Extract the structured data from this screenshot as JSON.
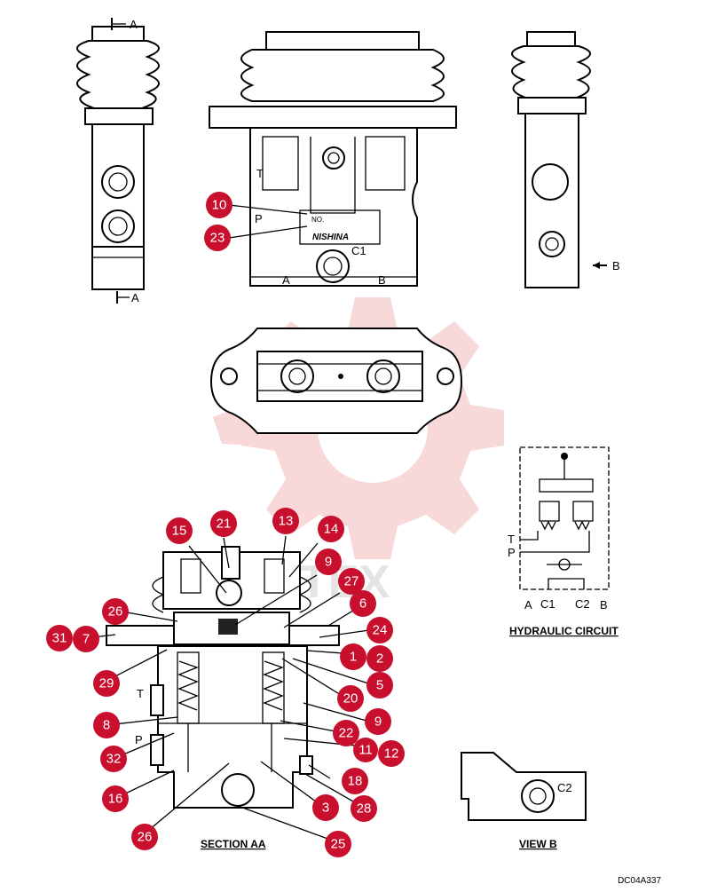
{
  "diagram": {
    "watermark_text": "TEX",
    "drawing_code": "DC04A337",
    "captions": {
      "section": "SECTION AA",
      "view": "VIEW B",
      "hydraulic": "HYDRAULIC CIRCUIT"
    },
    "view_labels": {
      "section_a_top": "A",
      "section_a_bottom": "A",
      "view_b_arrow": "B"
    },
    "port_labels": {
      "front_t": "T",
      "front_p": "P",
      "front_c1": "C1",
      "front_a": "A",
      "front_b": "B",
      "section_t": "T",
      "section_p": "P",
      "view_b_c2": "C2"
    },
    "nameplate": {
      "no_text": "NO.",
      "brand_text": "NISHINA"
    },
    "circuit_labels": {
      "t": "T",
      "p": "P",
      "a": "A",
      "c1": "C1",
      "c2": "C2",
      "b": "B"
    },
    "callouts": [
      "10",
      "23",
      "15",
      "21",
      "13",
      "14",
      "9",
      "27",
      "26",
      "6",
      "31",
      "7",
      "24",
      "1",
      "2",
      "29",
      "5",
      "20",
      "8",
      "9",
      "22",
      "11",
      "12",
      "32",
      "18",
      "16",
      "3",
      "28",
      "26",
      "25"
    ]
  }
}
